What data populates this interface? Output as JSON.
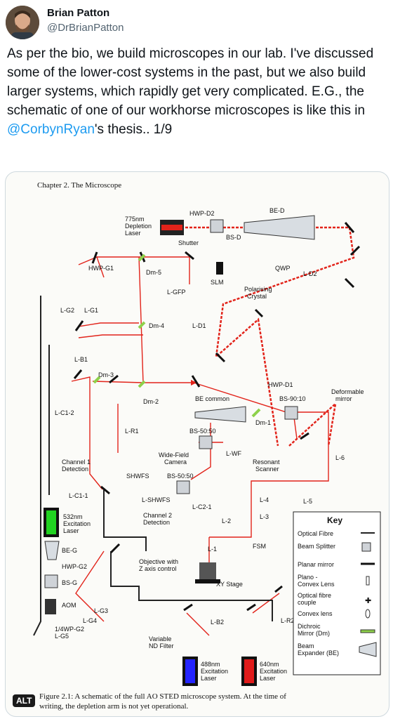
{
  "author": {
    "name": "Brian Patton",
    "handle": "@DrBrianPatton"
  },
  "tweet": {
    "text_before": "As per the bio, we build microscopes in our lab. I've discussed some of the lower-cost systems in the past, but we also build larger systems, which rapidly get very complicated. E.G., the schematic of one of our workhorse microscopes is like this in ",
    "mention": "@CorbynRyan",
    "text_after": "'s thesis.. 1/9"
  },
  "figure": {
    "chapter": "Chapter 2.   The Microscope",
    "caption_line1": "Figure 2.1: A schematic of the full AO STED microscope system. At the time of",
    "caption_line2": "writing, the depletion arm is not yet operational.",
    "alt_badge": "ALT",
    "labels": {
      "depletion": [
        "775nm",
        "Depletion",
        "Laser"
      ],
      "hwp_d2": "HWP-D2",
      "shutter": "Shutter",
      "bs_d": "BS-D",
      "be_d": "BE-D",
      "slm": "SLM",
      "qwp": "QWP",
      "l_d2": "L-D2",
      "polarising": [
        "Polarising",
        "Crystal"
      ],
      "hwp_g1": "HWP-G1",
      "dm5": "Dm-5",
      "l_gfp": "L-GFP",
      "l_g2": "L-G2",
      "l_g1": "L-G1",
      "dm4": "Dm-4",
      "l_d1": "L-D1",
      "l_b1": "L-B1",
      "dm3": "Dm-3",
      "dm2": "Dm-2",
      "be_common": "BE common",
      "hwp_d1": "HWP-D1",
      "deformable": [
        "Deformable",
        "mirror"
      ],
      "bs_90": "BS-90:10",
      "dm1": "Dm-1",
      "l_c1_2": "L-C1-2",
      "l_r1": "L-R1",
      "bs_50a": "BS-50:50",
      "wide_field": [
        "Wide-Field",
        "Camera"
      ],
      "l_wf": "L-WF",
      "l_6": "L-6",
      "channel1": [
        "Channel 1",
        "Detection"
      ],
      "shwfs": "SHWFS",
      "bs_50b": "BS-50:50",
      "l_shwfs": "L-SHWFS",
      "resonant": [
        "Resonant",
        "Scanner"
      ],
      "l_c1_1": "L-C1-1",
      "l_c2_1": "L-C2-1",
      "channel2": [
        "Channel 2",
        "Detection"
      ],
      "l_4": "L-4",
      "l_5": "L-5",
      "l_3": "L-3",
      "l_2": "L-2",
      "exc532": [
        "532nm",
        "Excitation",
        "Laser"
      ],
      "l_1": "L-1",
      "fsm": "FSM",
      "be_g": "BE-G",
      "objective": [
        "Objective with",
        "Z axis control"
      ],
      "xy_stage": "XY Stage",
      "hwp_g2": "HWP-G2",
      "bs_g": "BS-G",
      "aom": "AOM",
      "l_g3": "L-G3",
      "l_g4": "L-G4",
      "wp_g2": "1/4WP-G2",
      "l_g5": "L-G5",
      "l_b2": "L-B2",
      "l_r2": "L-R2",
      "variable": [
        "Variable",
        "ND Filter"
      ],
      "exc488": [
        "488nm",
        "Excitation",
        "Laser"
      ],
      "exc640": [
        "640nm",
        "Excitation",
        "Laser"
      ]
    },
    "key": {
      "title": "Key",
      "items": [
        "Optical Fibre",
        "Beam Splitter",
        "Planar mirror",
        "Plano -",
        "Convex Lens",
        "Optical fibre",
        "couple",
        "Convex lens",
        "Dichroic",
        "Mirror (Dm)",
        "Beam",
        "Expander (BE)"
      ]
    }
  },
  "colors": {
    "link": "#1d9bf0",
    "beam": "#e2231a",
    "fibre": "#222222",
    "dichroic": "#8ed14a",
    "laser_green": "#21d321",
    "laser_blue": "#2424ff",
    "laser_red": "#e01b1b"
  }
}
